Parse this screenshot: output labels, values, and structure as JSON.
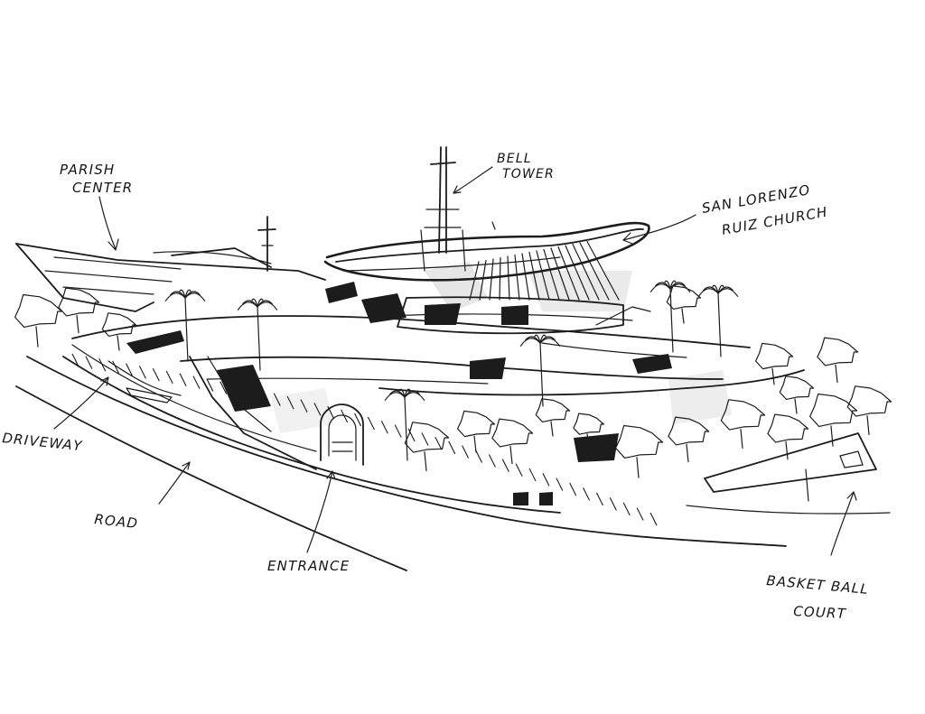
{
  "labels": {
    "parish_center": [
      "PARISH",
      "CENTER"
    ],
    "bell_tower": [
      "BELL",
      "TOWER"
    ],
    "church": [
      "SAN LORENZO",
      "RUIZ CHURCH"
    ],
    "driveway": "DRIVEWAY",
    "road": "ROAD",
    "entrance": "ENTRANCE",
    "basketball_court": [
      "BASKET BALL",
      "COURT"
    ]
  },
  "colors": {
    "ink": "#1c1c1c",
    "shade": "#d6d6d6",
    "paper": "#ffffff"
  }
}
